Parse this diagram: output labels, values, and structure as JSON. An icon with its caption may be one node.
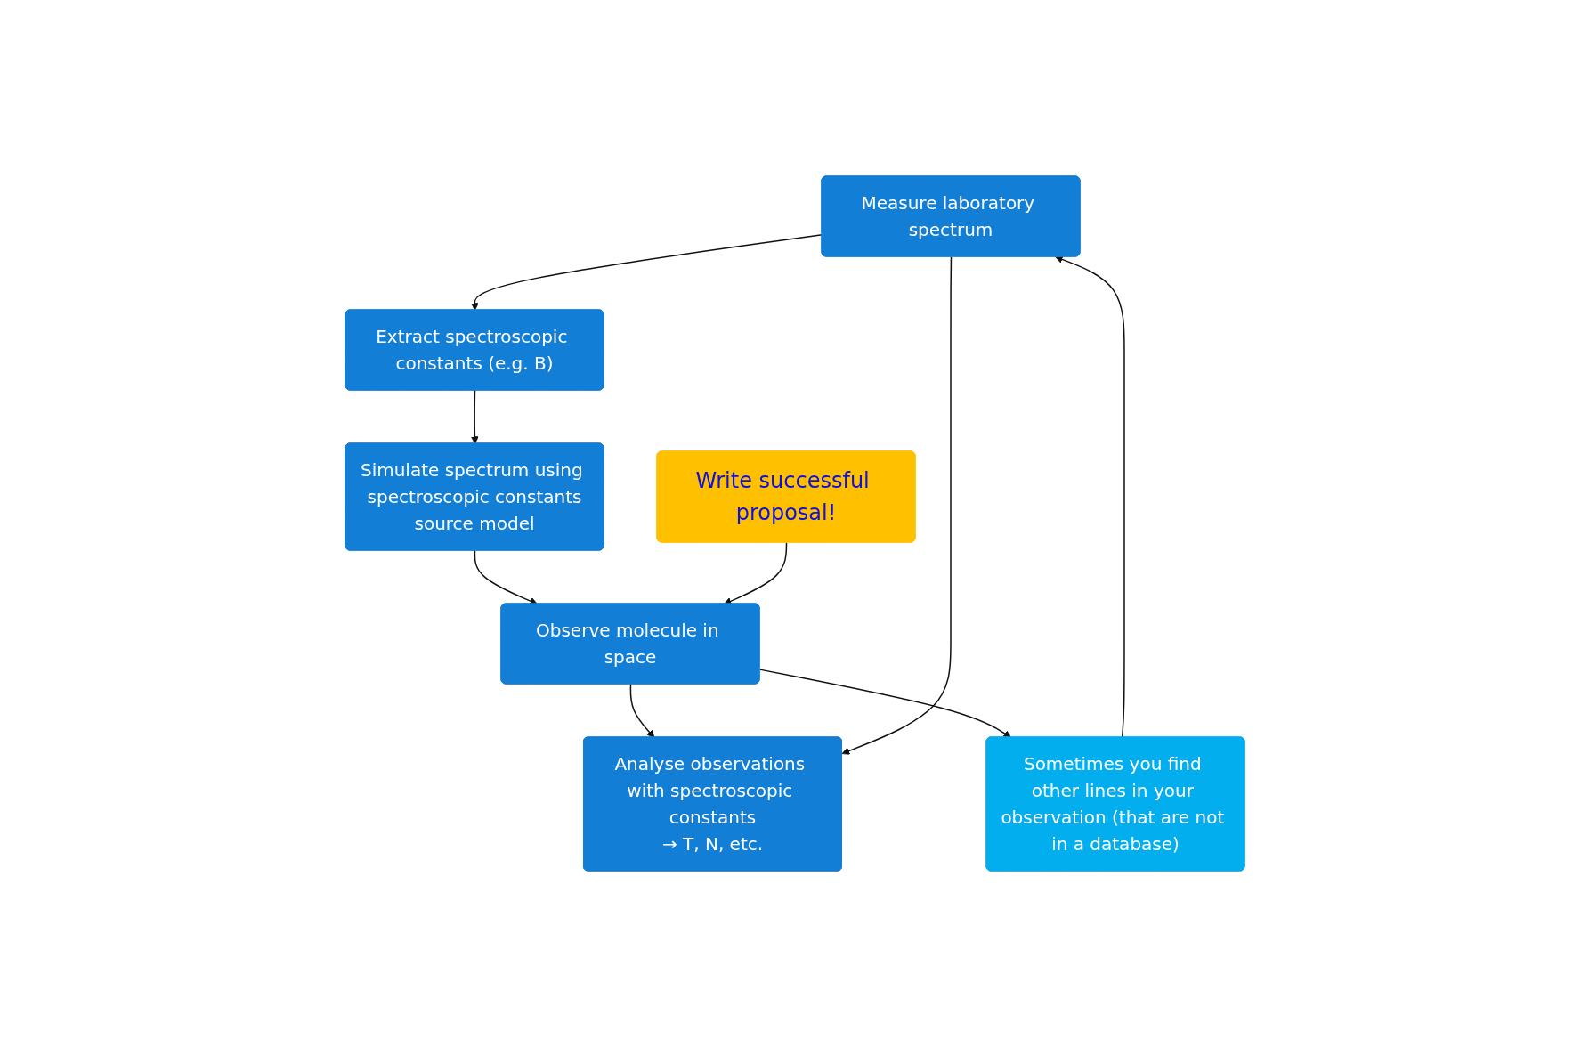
{
  "diagram": {
    "nodes": [
      {
        "text": [
          "Measure laboratory spectrum"
        ]
      },
      {
        "text": [
          "Sometimes you find other lines in your observation (that are not in a database)"
        ]
      },
      {
        "text": [
          "Extract spectroscopic constants (e.g. B)"
        ]
      },
      {
        "text": [
          "Write successful proposal!"
        ]
      },
      {
        "text": [
          "Analyse observations with spectroscopic constants",
          "→ T, N, etc."
        ]
      },
      {
        "text": [
          "Observe molecule in space"
        ]
      },
      {
        "text": [
          "Simulate spectrum using spectroscopic constants",
          "source model"
        ]
      }
    ],
    "edges": [
      {
        "from": 0,
        "to": 2,
        "arrow": "to"
      },
      {
        "from": 2,
        "to": 6,
        "arrow": "to"
      },
      {
        "from": 6,
        "to": 5,
        "arrow": "to"
      },
      {
        "from": 5,
        "to": 4,
        "arrow": "to"
      },
      {
        "from": 5,
        "to": 1,
        "arrow": "to"
      },
      {
        "from": 1,
        "to": 0,
        "arrow": "to"
      },
      {
        "from": 0,
        "to": 4,
        "arrow": "to"
      },
      {
        "from": 3,
        "to": 5,
        "arrow": "to"
      }
    ]
  }
}
